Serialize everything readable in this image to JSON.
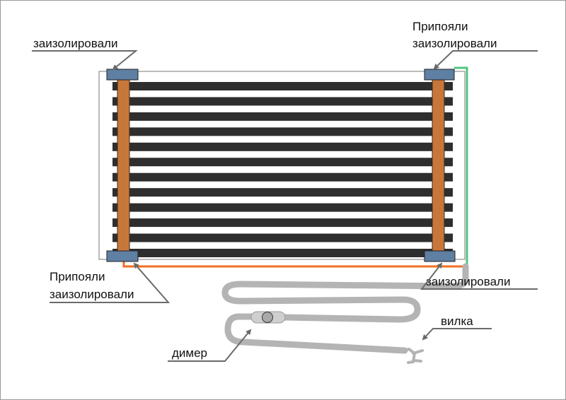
{
  "labels": {
    "top_left": "заизолировали",
    "top_right_line1": "Припояли",
    "top_right_line2": "заизолировали",
    "bottom_left_line1": "Припояли",
    "bottom_left_line2": "заизолировали",
    "bottom_right": "заизолировали",
    "plug": "вилка",
    "dimmer": "димер"
  },
  "colors": {
    "film_stripe": "#2e2e2e",
    "copper_bus": "#c8773a",
    "insulation_block": "#5f7fa3",
    "green_wire": "#4fc67d",
    "orange_wire": "#f07020",
    "cable": "#b4b4b4",
    "arrow": "#6a6a6a"
  },
  "stripe_count": 12
}
